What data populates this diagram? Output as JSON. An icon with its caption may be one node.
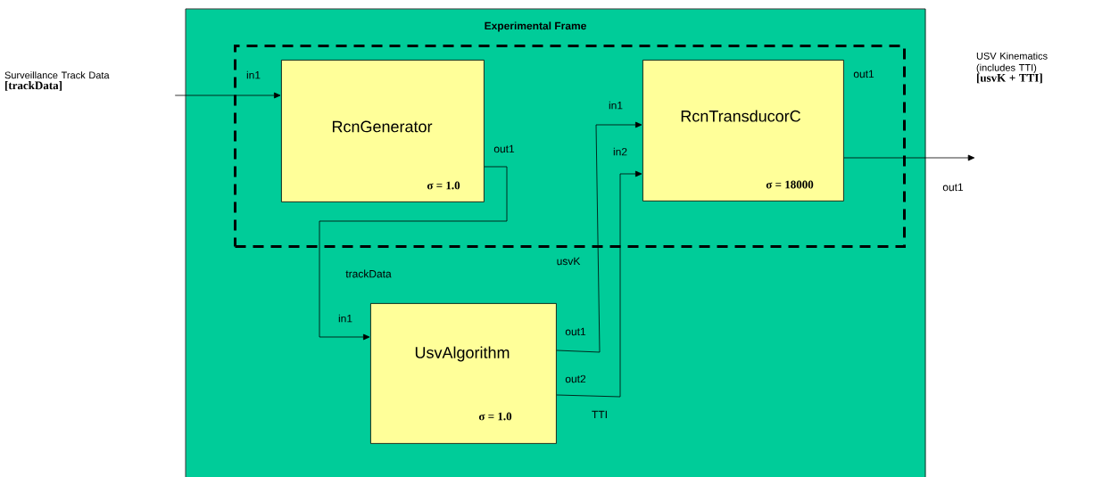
{
  "diagram": {
    "nodes": [
      {
        "text": [
          "Experimental Frame"
        ]
      },
      {
        "text": [],
        "shape": "box",
        "in": 0
      },
      {
        "text": [
          "RcnGenerator",
          "σ = 1.0"
        ],
        "in": 1,
        "beside": [
          "in1",
          "out1"
        ]
      },
      {
        "text": [
          "RcnTransducorC",
          "σ = 18000"
        ],
        "in": 1,
        "beside": [
          "in1",
          "in2",
          "out1"
        ]
      },
      {
        "text": [
          "UsvAlgorithm",
          "σ = 1.0"
        ],
        "in": 0,
        "beside": [
          "in1",
          "out1",
          "out2"
        ]
      },
      {
        "text": [
          "Surveillance Track Data",
          "[trackData]"
        ]
      },
      {
        "text": [
          "USV Kinematics (includes TTI)",
          "[usvK + TTI]"
        ]
      }
    ],
    "edges": [
      {
        "from": 5,
        "to": 2,
        "arrow": "to"
      },
      {
        "from": 2,
        "to": 4,
        "arrow": "to",
        "label": "trackData"
      },
      {
        "from": 4,
        "to": 3,
        "arrow": "to",
        "label": "usvK"
      },
      {
        "from": 4,
        "to": 3,
        "arrow": "to",
        "label": "TTI"
      },
      {
        "from": 3,
        "to": 6,
        "arrow": "to"
      }
    ],
    "labels": [
      "out1"
    ]
  }
}
